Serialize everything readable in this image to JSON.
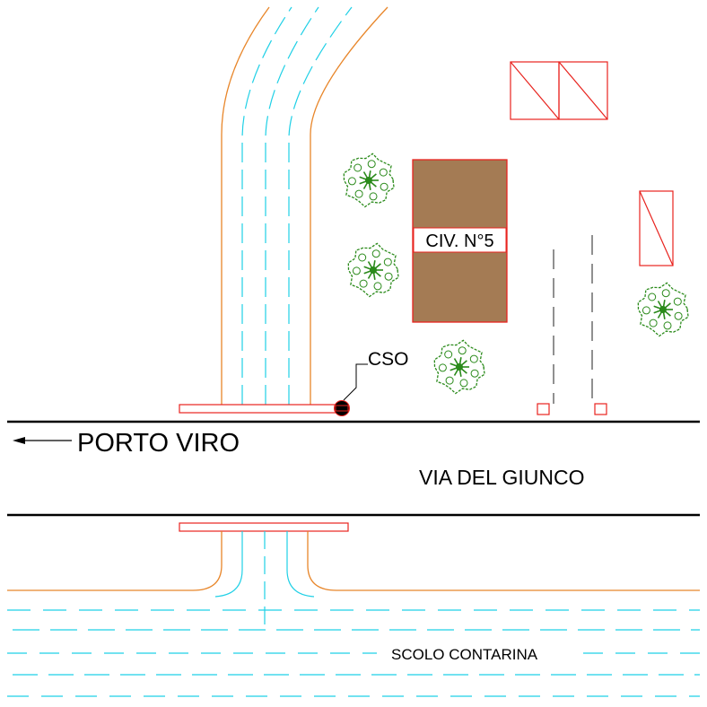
{
  "labels": {
    "building": "CIV. N°5",
    "cso": "CSO",
    "direction": "PORTO VIRO",
    "street": "VIA DEL GIUNCO",
    "canal": "SCOLO CONTARINA"
  },
  "colors": {
    "background": "#ffffff",
    "road_edge": "#000000",
    "canal_bank": "#e8862a",
    "water_lines": "#1fd0e6",
    "structure_outline": "#e8231e",
    "building_fill": "#a47b54",
    "building_outline": "#e8231e",
    "tree": "#2a8a1a",
    "parking_lines": "#555555"
  },
  "icons": {
    "arrow": "left-arrow-icon",
    "tree": "tree-symbol-icon",
    "cso_marker": "manhole-icon"
  }
}
